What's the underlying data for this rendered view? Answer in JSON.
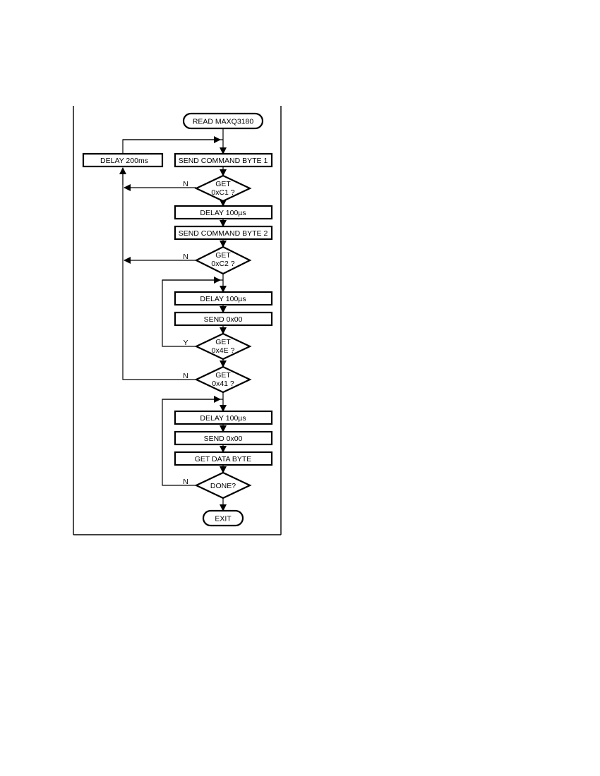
{
  "flowchart": {
    "start": "READ MAXQ3180",
    "delay_200": "DELAY 200ms",
    "send_cmd1": "SEND COMMAND BYTE 1",
    "get_c1_line1": "GET",
    "get_c1_line2": "0xC1 ?",
    "delay_100_a": "DELAY 100µs",
    "send_cmd2": "SEND COMMAND BYTE 2",
    "get_c2_line1": "GET",
    "get_c2_line2": "0xC2 ?",
    "delay_100_b": "DELAY 100µs",
    "send_00_a": "SEND 0x00",
    "get_4e_line1": "GET",
    "get_4e_line2": "0x4E ?",
    "get_41_line1": "GET",
    "get_41_line2": "0x41 ?",
    "delay_100_c": "DELAY 100µs",
    "send_00_b": "SEND 0x00",
    "get_data": "GET DATA BYTE",
    "done": "DONE?",
    "exit": "EXIT",
    "label_n": "N",
    "label_y": "Y"
  }
}
